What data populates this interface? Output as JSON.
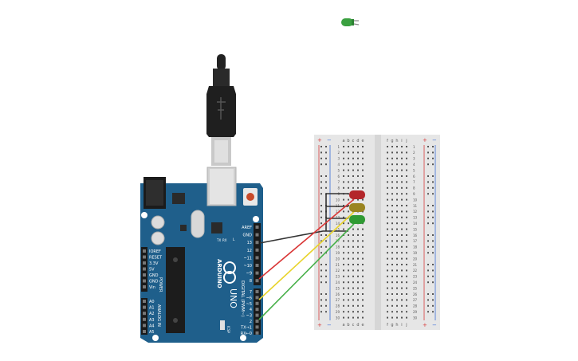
{
  "colors": {
    "board": "#1f5f8b",
    "board_edge": "#1a4f74",
    "breadboard": "#e6e6e6",
    "rail_red": "#d83b3b",
    "rail_blue": "#3b6fd8",
    "wire_black": "#333333",
    "wire_red": "#d93636",
    "wire_yellow": "#e8d32a",
    "wire_green": "#48b04a",
    "led_red": "#b3262a",
    "led_yellow": "#9a8420",
    "led_green": "#2f9a33",
    "loose_led": "#3aa040"
  },
  "board": {
    "name": "ARDUINO",
    "model": "UNO",
    "digital_label": "DIGITAL (PWM~)",
    "analog_label": "ANALOG IN",
    "power_label": "POWER",
    "icsp_label": "ICSP",
    "led_l": "L",
    "led_tx": "TX",
    "led_rx": "RX",
    "header_top": [
      "AREF",
      "GND",
      "13",
      "12",
      "~11",
      "~10",
      "~9",
      "8"
    ],
    "header_bottom": [
      "7",
      "~6",
      "~5",
      "4",
      "~3",
      "2",
      "TX→1",
      "RX←0"
    ],
    "power_pins": [
      "IOREF",
      "RESET",
      "3.3V",
      "5V",
      "GND",
      "GND",
      "Vin"
    ],
    "analog_pins": [
      "A0",
      "A1",
      "A2",
      "A3",
      "A4",
      "A5"
    ]
  },
  "breadboard": {
    "plus": "+",
    "minus": "−",
    "cols_left": [
      "a",
      "b",
      "c",
      "d",
      "e"
    ],
    "cols_right": [
      "f",
      "g",
      "h",
      "i",
      "j"
    ],
    "row_numbers": [
      "1",
      "2",
      "3",
      "4",
      "5",
      "6",
      "7",
      "8",
      "9",
      "10",
      "11",
      "12",
      "13",
      "14",
      "15",
      "16",
      "17",
      "18",
      "19",
      "20",
      "21",
      "22",
      "23",
      "24",
      "25",
      "26",
      "27",
      "28",
      "29",
      "30"
    ]
  }
}
